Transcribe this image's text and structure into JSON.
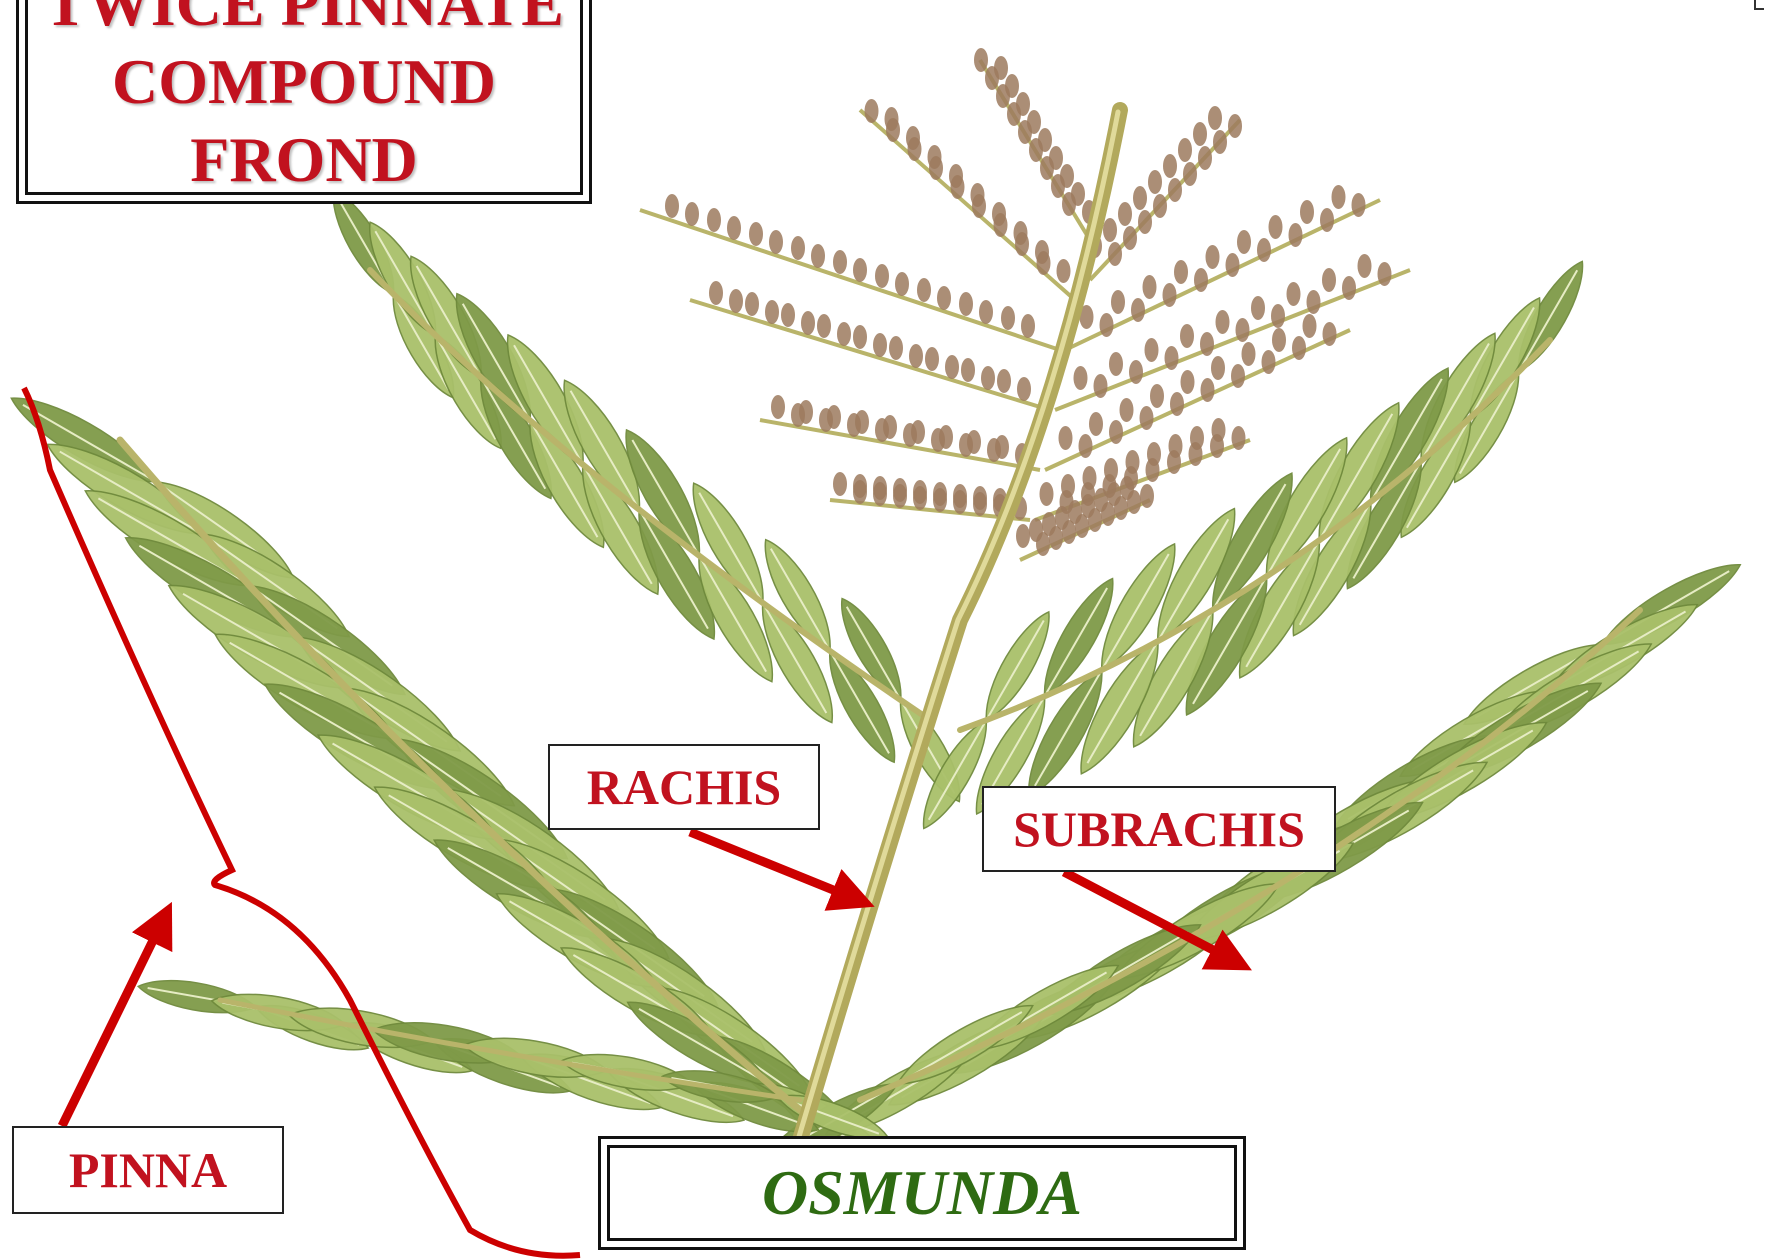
{
  "title": {
    "line1": "TWICE PINNATE",
    "line2": "COMPOUND",
    "line3": "FROND"
  },
  "labels": {
    "rachis": "RACHIS",
    "subrachis": "SUBRACHIS",
    "pinna": "PINNA"
  },
  "genus": "OSMUNDA",
  "colors": {
    "label_text": "#c1121f",
    "genus_text": "#2e6b12",
    "leaf_fill": "#a9c06a",
    "leaf_dark": "#7f9a48",
    "stem": "#b9b46a",
    "fertile_spores": "#9c7a5e",
    "annotation_red": "#cc0000"
  }
}
